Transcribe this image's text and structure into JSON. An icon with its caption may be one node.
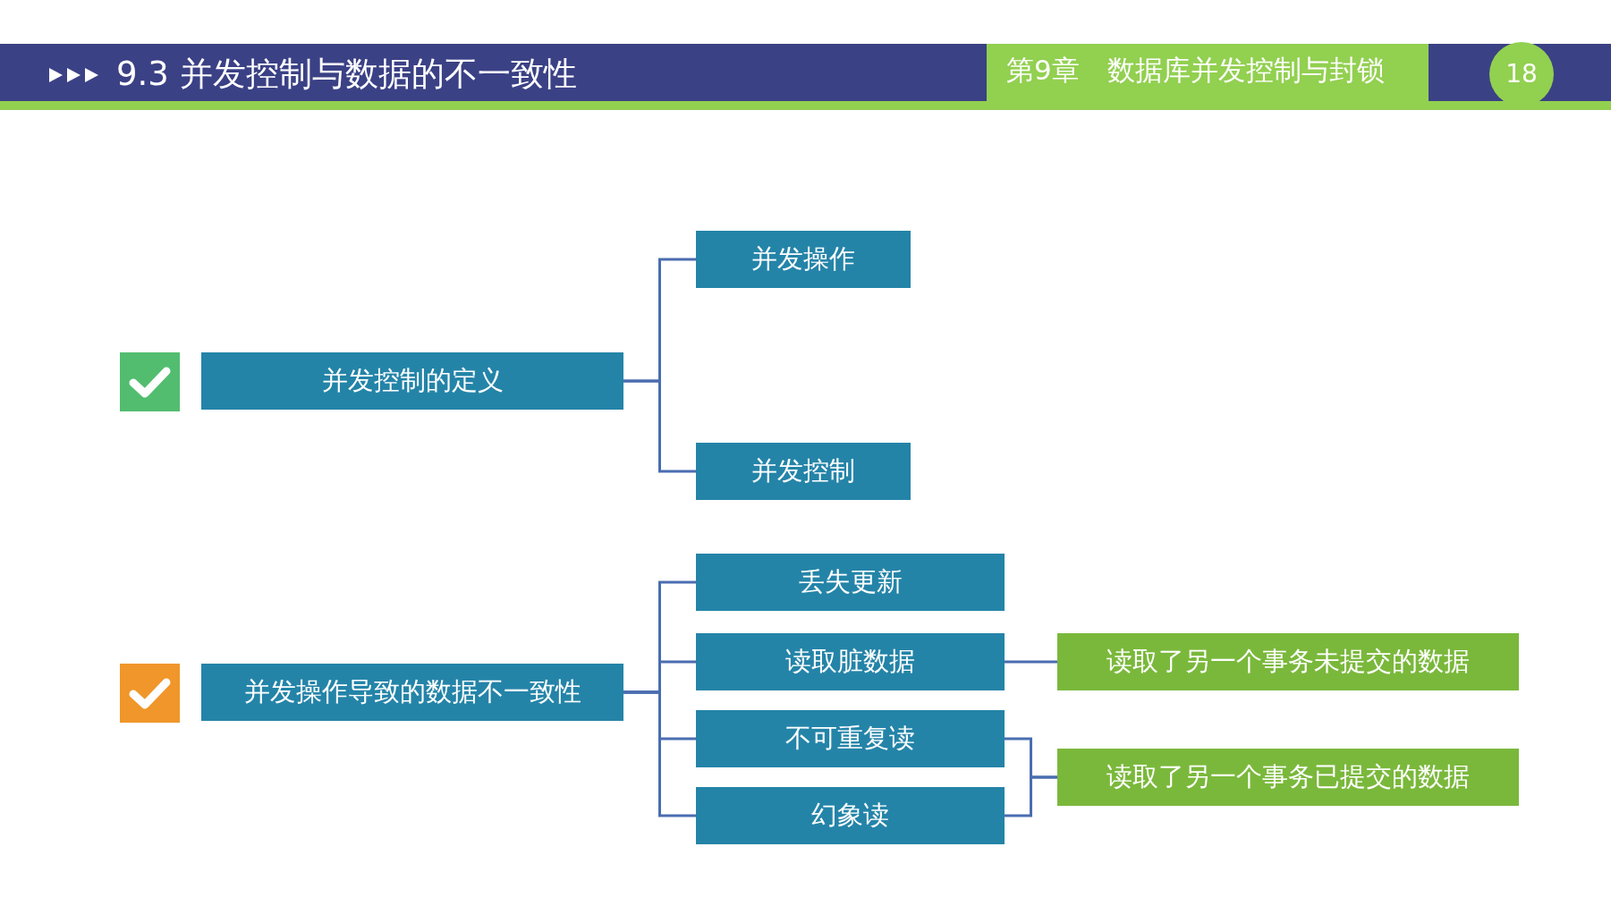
{
  "diagram": {
    "title": "9.3 并发控制与数据的不一致性",
    "nodes": [
      {
        "text": [
          "并发控制的定义"
        ]
      },
      {
        "text": [
          "并发操作"
        ]
      },
      {
        "text": [
          "并发控制"
        ]
      },
      {
        "text": [
          "并发操作导致的数据不一致性"
        ]
      },
      {
        "text": [
          "丢失更新"
        ]
      },
      {
        "text": [
          "读取脏数据"
        ]
      },
      {
        "text": [
          "不可重复读"
        ]
      },
      {
        "text": [
          "幻象读"
        ]
      },
      {
        "text": [
          "读取了另一个事务未提交的数据"
        ]
      },
      {
        "text": [
          "读取了另一个事务已提交的数据"
        ]
      }
    ],
    "edges": [
      {
        "from": 0,
        "to": 1,
        "arrow": "none"
      },
      {
        "from": 0,
        "to": 2,
        "arrow": "none"
      },
      {
        "from": 3,
        "to": 4,
        "arrow": "none"
      },
      {
        "from": 3,
        "to": 5,
        "arrow": "none"
      },
      {
        "from": 3,
        "to": 6,
        "arrow": "none"
      },
      {
        "from": 3,
        "to": 7,
        "arrow": "none"
      },
      {
        "from": 5,
        "to": 8,
        "arrow": "none"
      },
      {
        "from": 6,
        "to": 9,
        "arrow": "none"
      },
      {
        "from": 7,
        "to": 9,
        "arrow": "none"
      }
    ],
    "labels": [
      "第9章　数据库并发控制与封锁",
      "18"
    ]
  }
}
